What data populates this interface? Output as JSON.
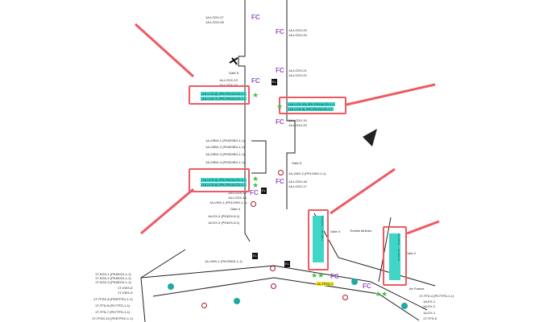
{
  "labels_left": [
    "1A-LCDX-27",
    "1A-LCDX-28",
    "1A-LCDX-23",
    "1A-LCDX-24",
    "1A-2SBX-1 (PK52SBX-1-1)",
    "1A-2SBX-2 (PK52SBX-1-1)",
    "1A-2SBX-3 (PK52SBX-1-1)",
    "1A-2SBX-4 (PK52SBX-1-1)",
    "1A-LCDX-16",
    "1A-LCDX-15",
    "1A-VWX-1 (PK1VWX-1-1)",
    "1A-DX-4 (PK4DX-8-1)",
    "1A-DX-3 (PK4DX-8-1)",
    "1A-VWX-1 (PK22MIX-1-1)"
  ],
  "labels_right": [
    "1A-LCDX-25",
    "1A-LCDX-26",
    "1A-LCDX-21",
    "1A-LCDX-22",
    "1A-LCDX-19",
    "1A-LCDX-20",
    "1A-VWX-2 (PK1VWX-1-1)",
    "1A-LCDX-18",
    "1A-LCDX-17"
  ],
  "labels_bottom_left": [
    "1T-SGX-1 (PK6SGX-1-1)",
    "1T-SGX-2 (PK6SGX-1-1)",
    "1T-SGX-3 (PK6SGX-1-1)",
    "1T-VWX-8",
    "1T-VWX-9",
    "1T-TFDX-8 (PK8TFDX-1-1)",
    "1T-TFD-8 (PK7TFD-1-1)",
    "1T-TFD-7 (PK7TFD-1-1)",
    "1T-TFDX-10 (PK8TFDX-1-1)"
  ],
  "labels_bottom_right": [
    "1T-TFD-4 (PK7TFD-1-1)",
    "1A-EX-1",
    "1A-EX-2",
    "1A-DX-1",
    "1T-TFD-5"
  ],
  "gates": [
    "Gate 5",
    "Gate 5",
    "Gate 4",
    "Gate 3",
    "Gate 2"
  ],
  "highlighted": {
    "left_top": [
      "(1A-LCD-8) JFK-PK10LCD-1-1",
      "(1A-LCD-7) JFK-PK10LCD-1-1"
    ],
    "right_top": [
      "(1A-LCD-10) JFK-PK10LCD-1-1",
      "(1A-LCD-9) JFK-PK10LCD-1-1"
    ],
    "left_mid": [
      "(1A-LCD-5) JFK-PK10LCD-1-1",
      "(1A-LCD-6) JFK-PK10LCD-1-1"
    ],
    "bottom_mid": "1A-LCD-1 ... 1A-LCD-4",
    "bottom_right": "1A-LCD-11 ... 1A-LCD-14"
  },
  "fc": "FC",
  "elevator": "EL",
  "tfdx": "1A-TFDX-1",
  "airline_1": "Turkish Airlines",
  "airline_2": "Air France",
  "colors": {
    "highlight": "#3fd6c8",
    "callout": "#ee5a63",
    "fc": "#9b4fc0"
  }
}
